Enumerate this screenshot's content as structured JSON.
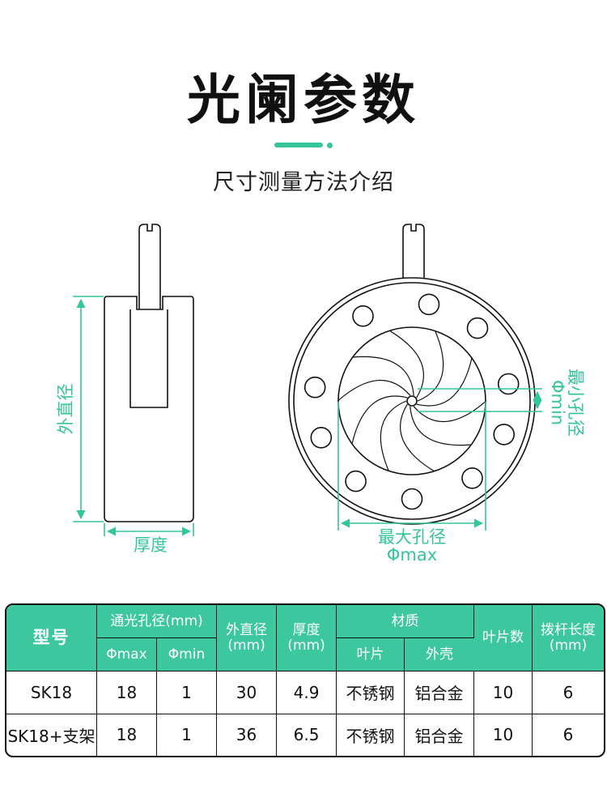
{
  "header": {
    "title": "光阑参数",
    "subtitle": "尺寸测量方法介绍"
  },
  "diagram": {
    "side_view_label_outer_diameter": "外直径",
    "side_view_label_thickness": "厚度",
    "front_view_label_min_line1": "最小孔径",
    "front_view_label_min_line2": "Φmin",
    "front_view_label_max_line1": "最大孔径",
    "front_view_label_max_line2": "Φmax",
    "accent_color": "#34c59a",
    "line_color": "#111111"
  },
  "table": {
    "headers": {
      "model": "型号",
      "aperture": "通光孔径(mm)",
      "phi_max": "Φmax",
      "phi_min": "Φmin",
      "outer_diameter_l1": "外直径",
      "outer_diameter_l2": "(mm)",
      "thickness_l1": "厚度",
      "thickness_l2": "(mm)",
      "material": "材质",
      "blade": "叶片",
      "housing": "外壳",
      "blade_count": "叶片数",
      "lever_length_l1": "拨杆长度",
      "lever_length_l2": "(mm)"
    },
    "rows": [
      {
        "model": "SK18",
        "phi_max": "18",
        "phi_min": "1",
        "outer_diameter": "30",
        "thickness": "4.9",
        "blade": "不锈钢",
        "housing": "铝合金",
        "blade_count": "10",
        "lever_length": "6"
      },
      {
        "model": "SK18+支架",
        "phi_max": "18",
        "phi_min": "1",
        "outer_diameter": "36",
        "thickness": "6.5",
        "blade": "不锈钢",
        "housing": "铝合金",
        "blade_count": "10",
        "lever_length": "6"
      }
    ],
    "header_color": "#3cc79e"
  }
}
